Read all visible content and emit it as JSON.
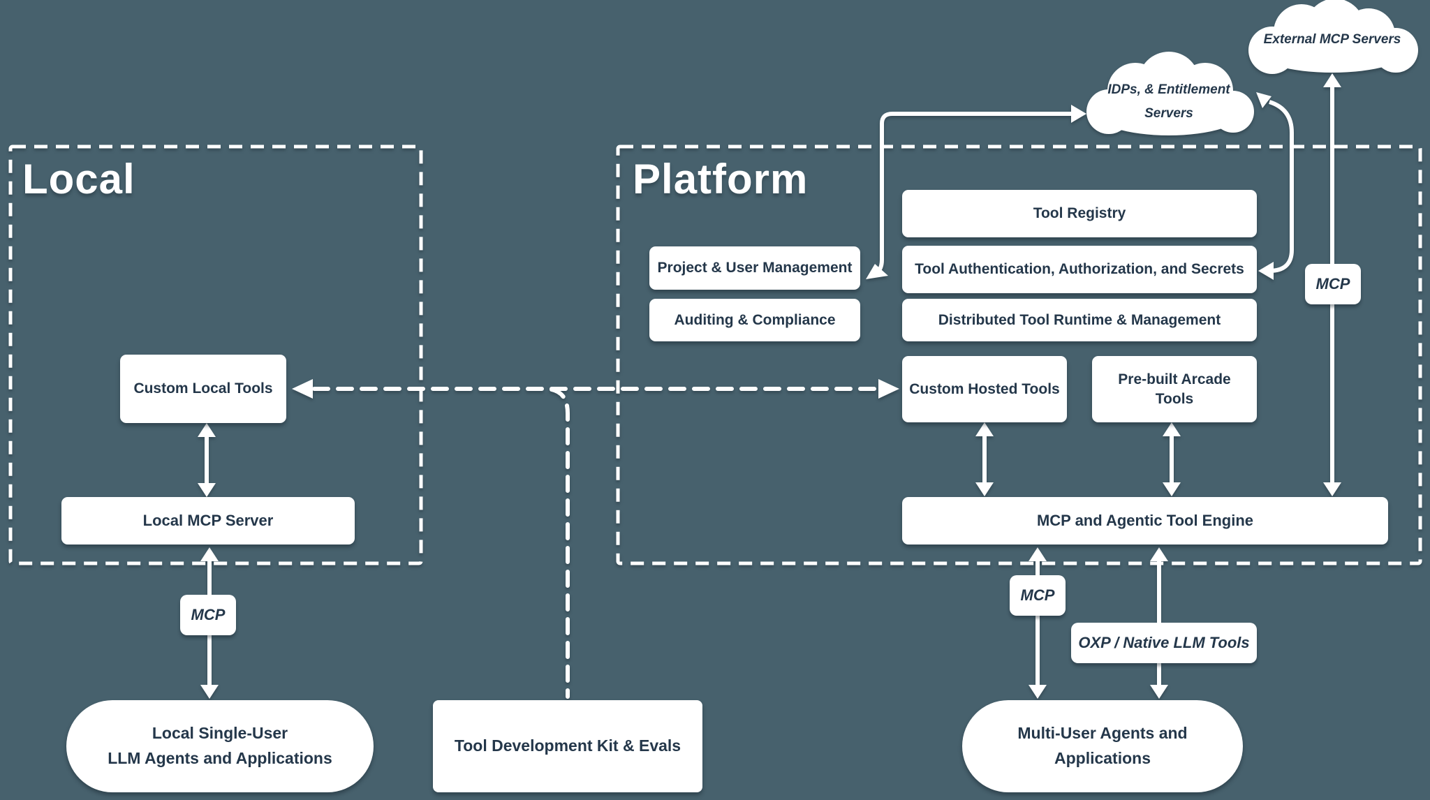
{
  "regions": {
    "local": {
      "title": "Local"
    },
    "platform": {
      "title": "Platform"
    }
  },
  "clouds": {
    "external": {
      "label": "External MCP Servers"
    },
    "idps": {
      "line1": "IDPs, & Entitlement",
      "line2": "Servers"
    }
  },
  "platform_boxes": {
    "tool_registry": "Tool Registry",
    "project_user": "Project & User Management",
    "tool_auth": "Tool Authentication, Authorization, and Secrets",
    "auditing": "Auditing & Compliance",
    "runtime": "Distributed Tool Runtime & Management",
    "custom_hosted": "Custom Hosted Tools",
    "prebuilt": "Pre-built Arcade Tools",
    "engine": "MCP and Agentic Tool Engine"
  },
  "local_boxes": {
    "custom_local": "Custom Local Tools",
    "mcp_server": "Local MCP Server"
  },
  "badges": {
    "mcp_local": "MCP",
    "mcp_platform": "MCP",
    "mcp_external": "MCP",
    "oxp": "OXP / Native LLM Tools"
  },
  "bottom": {
    "local_agents_line1": "Local Single-User",
    "local_agents_line2": "LLM Agents and Applications",
    "tdk": "Tool Development Kit & Evals",
    "multi_agents_line1": "Multi-User Agents and",
    "multi_agents_line2": "Applications"
  },
  "colors": {
    "background": "#47616d",
    "box_fill": "#ffffff",
    "box_text": "#24374a",
    "line": "#ffffff"
  }
}
